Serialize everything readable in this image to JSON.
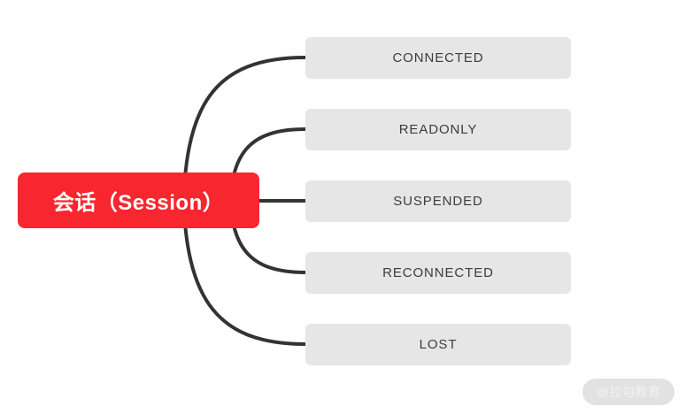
{
  "diagram": {
    "type": "mindmap",
    "background_color": "#FFFFFF",
    "root": {
      "label": "会话（Session）",
      "color": "#F8262F",
      "text_color": "#FFFFFF"
    },
    "branch_color": "#333333",
    "leaf_style": {
      "fill": "#E6E6E6",
      "text_color": "#3C3C3C"
    },
    "leaves": [
      {
        "label": "CONNECTED"
      },
      {
        "label": "READONLY"
      },
      {
        "label": "SUSPENDED"
      },
      {
        "label": "RECONNECTED"
      },
      {
        "label": "LOST"
      }
    ]
  },
  "watermark": {
    "text": "@拉勾教育"
  }
}
